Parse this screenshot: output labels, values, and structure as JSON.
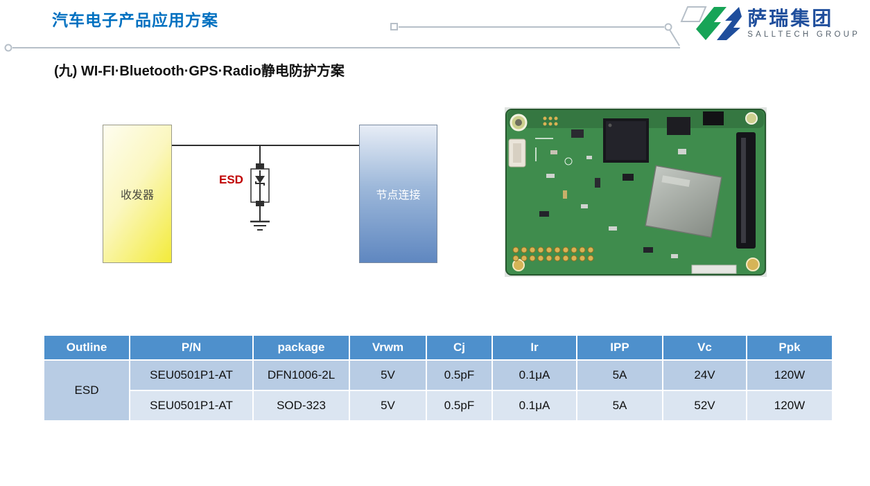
{
  "slide": {
    "title": "汽车电子产品应用方案",
    "heading": "(九) WI-FI·Bluetooth·GPS·Radio静电防护方案"
  },
  "logo": {
    "name": "萨瑞集团",
    "tagline": "SALLTECH GROUP"
  },
  "diagram": {
    "transceiver_label": "收发器",
    "node_label": "节点连接",
    "esd_label": "ESD"
  },
  "table": {
    "headers": [
      "Outline",
      "P/N",
      "package",
      "Vrwm",
      "Cj",
      "Ir",
      "IPP",
      "Vc",
      "Ppk"
    ],
    "outline_label": "ESD",
    "rows": [
      [
        "SEU0501P1-AT",
        "DFN1006-2L",
        "5V",
        "0.5pF",
        "0.1μA",
        "5A",
        "24V",
        "120W"
      ],
      [
        "SEU0501P1-AT",
        "SOD-323",
        "5V",
        "0.5pF",
        "0.1μA",
        "5A",
        "52V",
        "120W"
      ]
    ]
  },
  "colors": {
    "title_blue": "#0070C0",
    "esd_red": "#C00000",
    "table_header_bg": "#4E90CC",
    "table_row_odd": "#B8CCE4",
    "table_row_even": "#DBE5F1",
    "logo_blue": "#1F4E9C",
    "logo_green": "#17A457"
  }
}
